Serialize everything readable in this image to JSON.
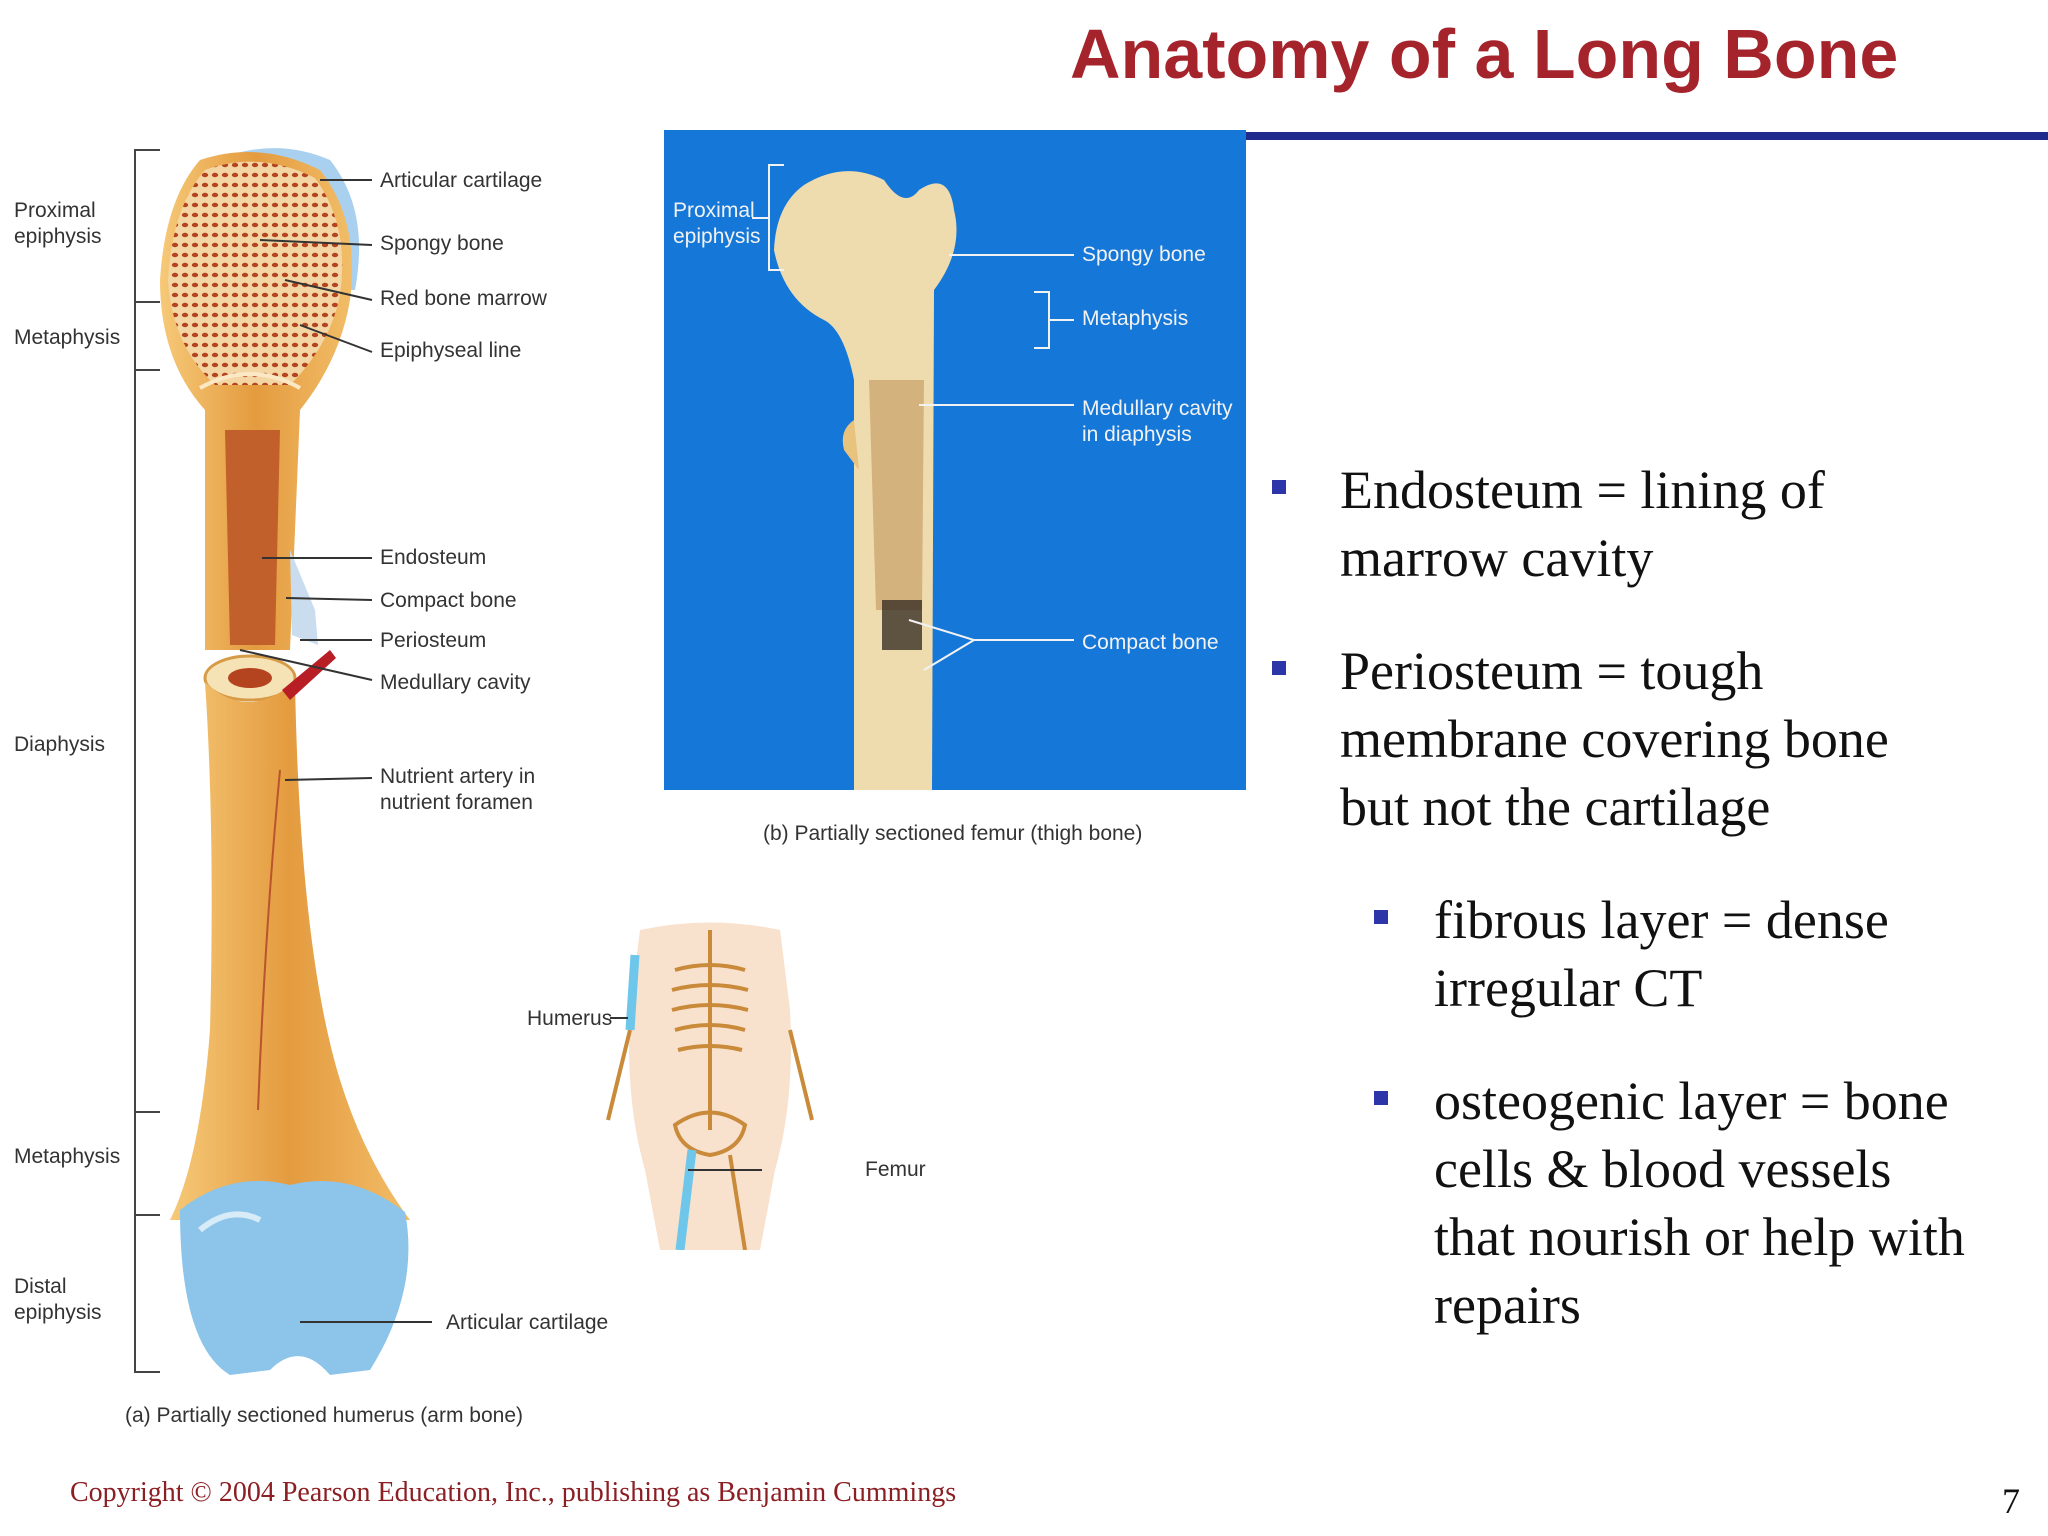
{
  "slide": {
    "title": "Anatomy of a Long Bone",
    "copyright": "Copyright © 2004 Pearson Education, Inc., publishing as Benjamin Cummings",
    "page_number": "7"
  },
  "humerus": {
    "regions": [
      "Proximal",
      "epiphysis",
      "Metaphysis",
      "Diaphysis",
      "Metaphysis",
      "Distal",
      "epiphysis"
    ],
    "labels": [
      "Articular cartilage",
      "Spongy  bone",
      "Red bone marrow",
      "Epiphyseal line",
      "Endosteum",
      "Compact bone",
      "Periosteum",
      "Medullary cavity",
      "Nutrient artery in",
      "nutrient foramen",
      "Articular cartilage"
    ],
    "caption": "(a) Partially sectioned humerus (arm bone)"
  },
  "femur": {
    "labels": [
      "Proximal",
      "epiphysis",
      "Spongy bone",
      "Metaphysis",
      "Medullary cavity",
      "in diaphysis",
      "Compact bone"
    ],
    "caption": "(b) Partially sectioned femur (thigh bone)"
  },
  "skeleton": {
    "labels": [
      "Humerus",
      "Femur"
    ]
  },
  "bullets": [
    {
      "lines": [
        "Endosteum = lining of",
        "marrow cavity"
      ]
    },
    {
      "lines": [
        "Periosteum = tough",
        "membrane covering bone",
        "but not the cartilage"
      ]
    },
    {
      "lines": [
        "fibrous layer = dense",
        "irregular CT"
      ]
    },
    {
      "lines": [
        "osteogenic layer = bone",
        "cells & blood vessels",
        "that nourish or help with",
        "repairs"
      ]
    }
  ],
  "colors": {
    "title": "#a5242c",
    "rule": "#1f2a8c",
    "bullet": "#2c36a8",
    "photo_bg": "#1577d8",
    "bone": "#e8a54a",
    "cartilage": "#8cc4ea",
    "footer": "#8b1f24"
  }
}
